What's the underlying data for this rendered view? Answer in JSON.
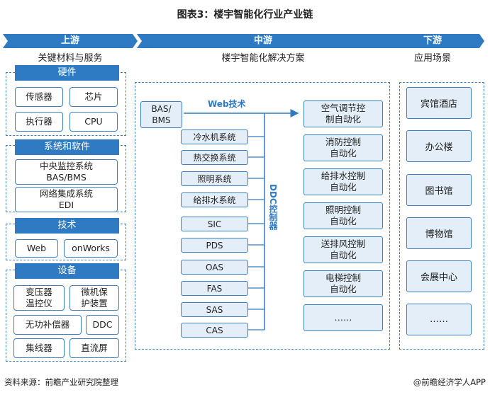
{
  "title": "图表3：楼宇智能化行业产业链",
  "stages": [
    {
      "name": "上游",
      "subtitle": "关键材料与服务"
    },
    {
      "name": "中游",
      "subtitle": "楼宇智能化解决方案"
    },
    {
      "name": "下游",
      "subtitle": "应用场景"
    }
  ],
  "upstream": {
    "hardware": {
      "header": "硬件",
      "items": [
        "传感器",
        "芯片",
        "执行器",
        "CPU"
      ]
    },
    "systems": {
      "header": "系统和软件",
      "items": [
        "中央监控系统\nBAS/BMS",
        "网络集成系统\nEDI"
      ]
    },
    "tech": {
      "header": "技术",
      "items": [
        "Web",
        "onWorks"
      ]
    },
    "equipment": {
      "header": "设备",
      "items": [
        "变压器\n温控仪",
        "微机保\n护装置",
        "无功补偿器",
        "DDC",
        "集线器",
        "直流屏"
      ]
    }
  },
  "midstream": {
    "bas": "BAS/\nBMS",
    "web_label": "Web技术",
    "ddc_label": "DDC控制器",
    "left_items": [
      "冷水机系统",
      "热交换系统",
      "照明系统",
      "给排水系统",
      "SIC",
      "PDS",
      "OAS",
      "FAS",
      "SAS",
      "CAS"
    ],
    "right_items": [
      "空气调节控\n制自动化",
      "消防控制\n自动化",
      "给排水控制\n自动化",
      "照明控制\n自动化",
      "送排风控制\n自动化",
      "电梯控制\n自动化",
      "……"
    ]
  },
  "downstream": {
    "items": [
      "宾馆酒店",
      "办公楼",
      "图书馆",
      "博物馆",
      "会展中心",
      "……"
    ]
  },
  "footer": {
    "source": "资料来源：前瞻产业研究院整理",
    "brand": "@前瞻经济学人APP"
  },
  "colors": {
    "accent": "#2e7bc4",
    "box_fill": "#e3eef8",
    "border": "#3d7fc0"
  }
}
